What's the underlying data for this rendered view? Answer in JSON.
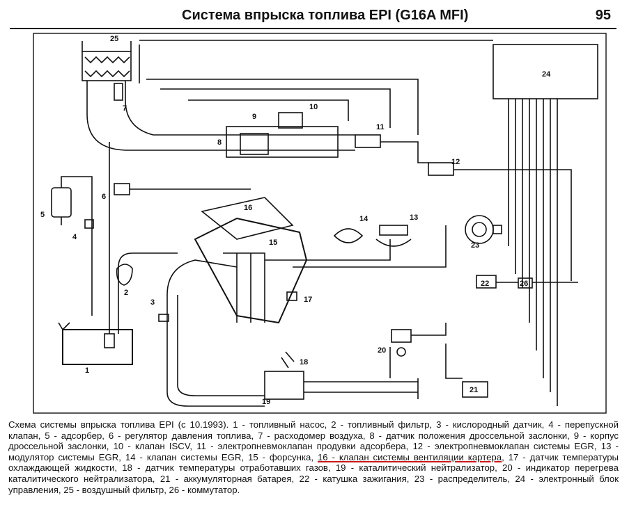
{
  "header": {
    "title": "Система впрыска топлива EPI (G16A MFI)",
    "page_number": "95"
  },
  "diagram": {
    "labels": [
      "1",
      "2",
      "3",
      "4",
      "5",
      "6",
      "7",
      "8",
      "9",
      "10",
      "11",
      "12",
      "13",
      "14",
      "15",
      "16",
      "17",
      "18",
      "19",
      "20",
      "21",
      "22",
      "23",
      "24",
      "25",
      "26"
    ]
  },
  "caption": {
    "part1": "Схема системы впрыска топлива EPI (с 10.1993). 1 - топливный насос, 2 - топливный фильтр, 3 - кислородный датчик, 4 - перепускной клапан, 5 - адсорбер, 6 - регулятор давления топлива, 7 - расходомер воздуха, 8 - датчик положения дроссельной заслонки, 9 - корпус дроссельной заслонки, 10 - клапан ISCV, 11 - электропневмоклапан продувки адсорбера, 12 - электропневмоклапан системы EGR, 13 - модулятор системы EGR, 14 - клапан системы EGR, 15 - форсунка, ",
    "highlight": "16 - клапан системы вентиляции картера",
    "part2": ", 17 - датчик температуры охлаждающей жидкости, 18 - датчик температуры отработавших газов, 19 - каталитический нейтрализатор, 20 - индикатор перегрева каталитического нейтрализатора, 21 - аккумуляторная батарея, 22 - катушка зажигания, 23 - распределитель, 24 - электронный блок управления, 25 - воздушный фильтр, 26 - коммутатор."
  },
  "colors": {
    "ink": "#111111",
    "highlight_underline": "#cc1a1a"
  }
}
